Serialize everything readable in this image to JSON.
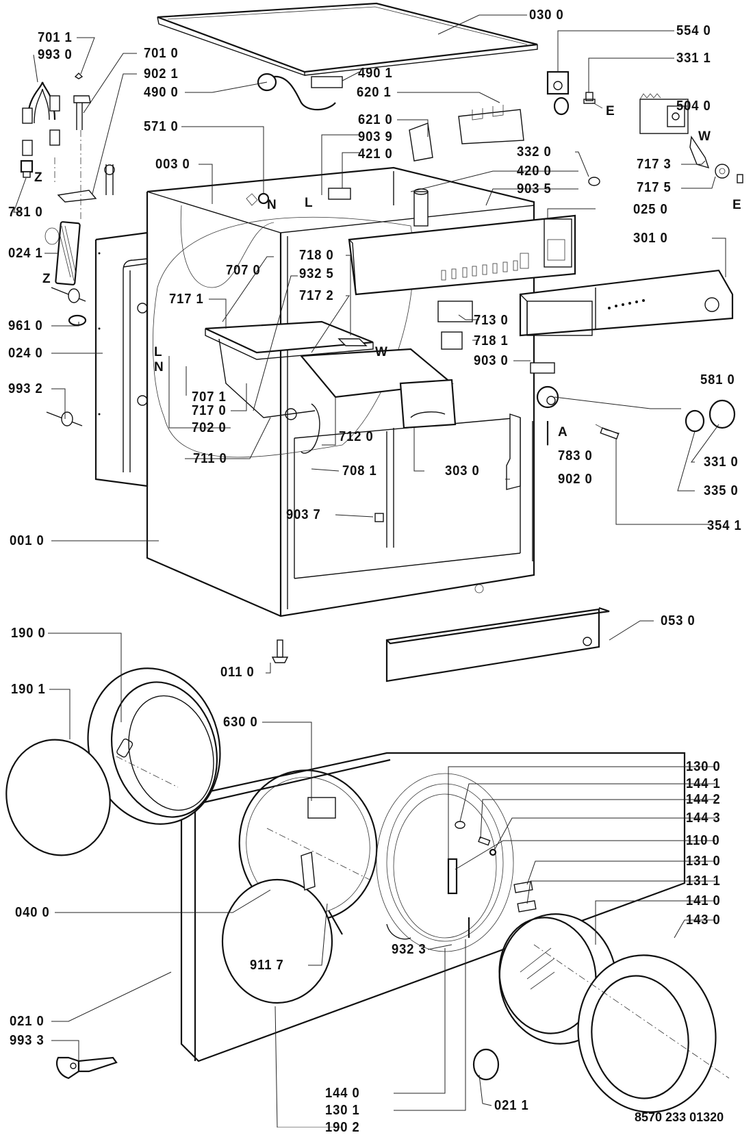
{
  "diagram": {
    "title": "Washing machine exploded parts view",
    "document_number": "8570 233 01320",
    "part_labels": [
      {
        "id": "p0300",
        "text": "030 0"
      },
      {
        "id": "p5540",
        "text": "554 0"
      },
      {
        "id": "p3311",
        "text": "331 1"
      },
      {
        "id": "p5040",
        "text": "504 0"
      },
      {
        "id": "p7011",
        "text": "701 1"
      },
      {
        "id": "p9930",
        "text": "993 0"
      },
      {
        "id": "p7010",
        "text": "701 0"
      },
      {
        "id": "p9021",
        "text": "902 1"
      },
      {
        "id": "p4900",
        "text": "490 0"
      },
      {
        "id": "p4901",
        "text": "490 1"
      },
      {
        "id": "p6201",
        "text": "620 1"
      },
      {
        "id": "p6210",
        "text": "621 0"
      },
      {
        "id": "p9039",
        "text": "903 9"
      },
      {
        "id": "p4210",
        "text": "421 0"
      },
      {
        "id": "p5710",
        "text": "571 0"
      },
      {
        "id": "p0030",
        "text": "003 0"
      },
      {
        "id": "p3320",
        "text": "332 0"
      },
      {
        "id": "p4200",
        "text": "420 0"
      },
      {
        "id": "p9035",
        "text": "903 5"
      },
      {
        "id": "p0250",
        "text": "025 0"
      },
      {
        "id": "p7173",
        "text": "717 3"
      },
      {
        "id": "p7175",
        "text": "717 5"
      },
      {
        "id": "p3010",
        "text": "301 0"
      },
      {
        "id": "p7810",
        "text": "781 0"
      },
      {
        "id": "p0241",
        "text": "024 1"
      },
      {
        "id": "p7070",
        "text": "707 0"
      },
      {
        "id": "p7180",
        "text": "718 0"
      },
      {
        "id": "p9325",
        "text": "932 5"
      },
      {
        "id": "p7172",
        "text": "717 2"
      },
      {
        "id": "p7171",
        "text": "717 1"
      },
      {
        "id": "p9610",
        "text": "961 0"
      },
      {
        "id": "p0240",
        "text": "024 0"
      },
      {
        "id": "p7130",
        "text": "713 0"
      },
      {
        "id": "p7181",
        "text": "718 1"
      },
      {
        "id": "p9030",
        "text": "903 0"
      },
      {
        "id": "p9932",
        "text": "993 2"
      },
      {
        "id": "p7071",
        "text": "707 1"
      },
      {
        "id": "p7170",
        "text": "717 0"
      },
      {
        "id": "p7020",
        "text": "702 0"
      },
      {
        "id": "p7120",
        "text": "712 0"
      },
      {
        "id": "p5810",
        "text": "581 0"
      },
      {
        "id": "p7110",
        "text": "711 0"
      },
      {
        "id": "p7081",
        "text": "708 1"
      },
      {
        "id": "p3030",
        "text": "303 0"
      },
      {
        "id": "p7830",
        "text": "783 0"
      },
      {
        "id": "p9020",
        "text": "902 0"
      },
      {
        "id": "p3310",
        "text": "331 0"
      },
      {
        "id": "p3350",
        "text": "335 0"
      },
      {
        "id": "p3541",
        "text": "354 1"
      },
      {
        "id": "p9037",
        "text": "903 7"
      },
      {
        "id": "p0010",
        "text": "001 0"
      },
      {
        "id": "p0530",
        "text": "053 0"
      },
      {
        "id": "p1900",
        "text": "190 0"
      },
      {
        "id": "p0110",
        "text": "011 0"
      },
      {
        "id": "p1901",
        "text": "190 1"
      },
      {
        "id": "p6300",
        "text": "630 0"
      },
      {
        "id": "p1300",
        "text": "130 0"
      },
      {
        "id": "p1441",
        "text": "144 1"
      },
      {
        "id": "p1442",
        "text": "144 2"
      },
      {
        "id": "p1443",
        "text": "144 3"
      },
      {
        "id": "p1100",
        "text": "110 0"
      },
      {
        "id": "p1310",
        "text": "131 0"
      },
      {
        "id": "p1311",
        "text": "131 1"
      },
      {
        "id": "p0400",
        "text": "040 0"
      },
      {
        "id": "p1410",
        "text": "141 0"
      },
      {
        "id": "p1430",
        "text": "143 0"
      },
      {
        "id": "p9323",
        "text": "932 3"
      },
      {
        "id": "p9117",
        "text": "911 7"
      },
      {
        "id": "p0210",
        "text": "021 0"
      },
      {
        "id": "p9933",
        "text": "993 3"
      },
      {
        "id": "p1440",
        "text": "144 0"
      },
      {
        "id": "p1301",
        "text": "130 1"
      },
      {
        "id": "p0211",
        "text": "021 1"
      },
      {
        "id": "p1902",
        "text": "190 2"
      }
    ],
    "wire_tags": {
      "z": "Z",
      "n": "N",
      "l": "L",
      "e": "E",
      "w": "W",
      "a": "A"
    }
  }
}
